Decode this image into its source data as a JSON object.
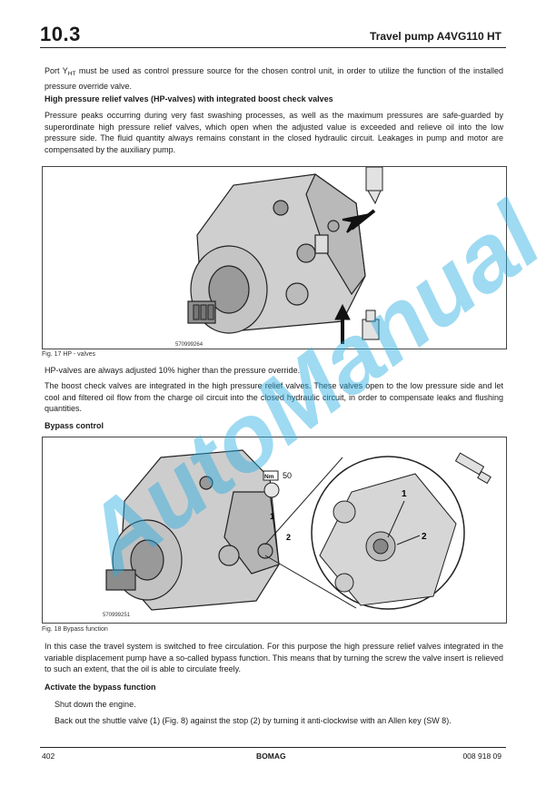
{
  "header": {
    "section_number": "10.3",
    "title": "Travel pump A4VG110 HT"
  },
  "intro": {
    "pre": "Port Y",
    "sub": "HT",
    "post": " must be used as control pressure source for the chosen control unit, in order to utilize the function of the installed pressure override valve."
  },
  "hp_section": {
    "heading": "High pressure relief valves (HP-valves) with integrated boost check valves",
    "body": "Pressure peaks occurring during very fast swashing processes, as well as the maximum pressures are safe-guarded by superordinate high pressure relief valves, which open when the adjusted value is exceeded and relieve oil into the low pressure side. The fluid quantity always remains constant in the closed hydraulic circuit. Leakages in pump and motor are compensated by the auxiliary pump."
  },
  "figure17": {
    "image_code": "570999264",
    "caption": "Fig. 17 HP - valves"
  },
  "hp_note1": "HP-valves are always adjusted 10% higher than the pressure override.",
  "hp_note2": "The boost check valves are integrated in the high pressure relief valves. These valves open to the low pressure side and let cool and filtered oil flow from the charge oil circuit into the closed hydraulic circuit, in order to compensate leaks and flushing quantities.",
  "bypass_section": {
    "heading": "Bypass control",
    "body": "In this case the travel system is switched to free circulation. For this purpose the high pressure relief valves integrated in the variable displacement pump have a so-called bypass function. This means that by turning the screw the valve insert is relieved to such an extent, that the oil is able to circulate freely."
  },
  "figure18": {
    "image_code": "570999251",
    "caption": "Fig. 18 Bypass function",
    "torque_unit": "Nm",
    "torque_value": "50",
    "label_1": "1",
    "label_2": "2"
  },
  "activate_section": {
    "heading": "Activate the bypass function",
    "step1": "Shut down the engine.",
    "step2": "Back out the shuttle valve (1) (Fig. 8) against the stop (2) by turning it anti-clockwise with an Allen key (SW 8)."
  },
  "footer": {
    "page_number": "402",
    "brand": "BOMAG",
    "doc_number": "008 918 09"
  },
  "watermark": "AutoManual",
  "colors": {
    "watermark": "#29aee3",
    "text": "#1a1a1a"
  }
}
